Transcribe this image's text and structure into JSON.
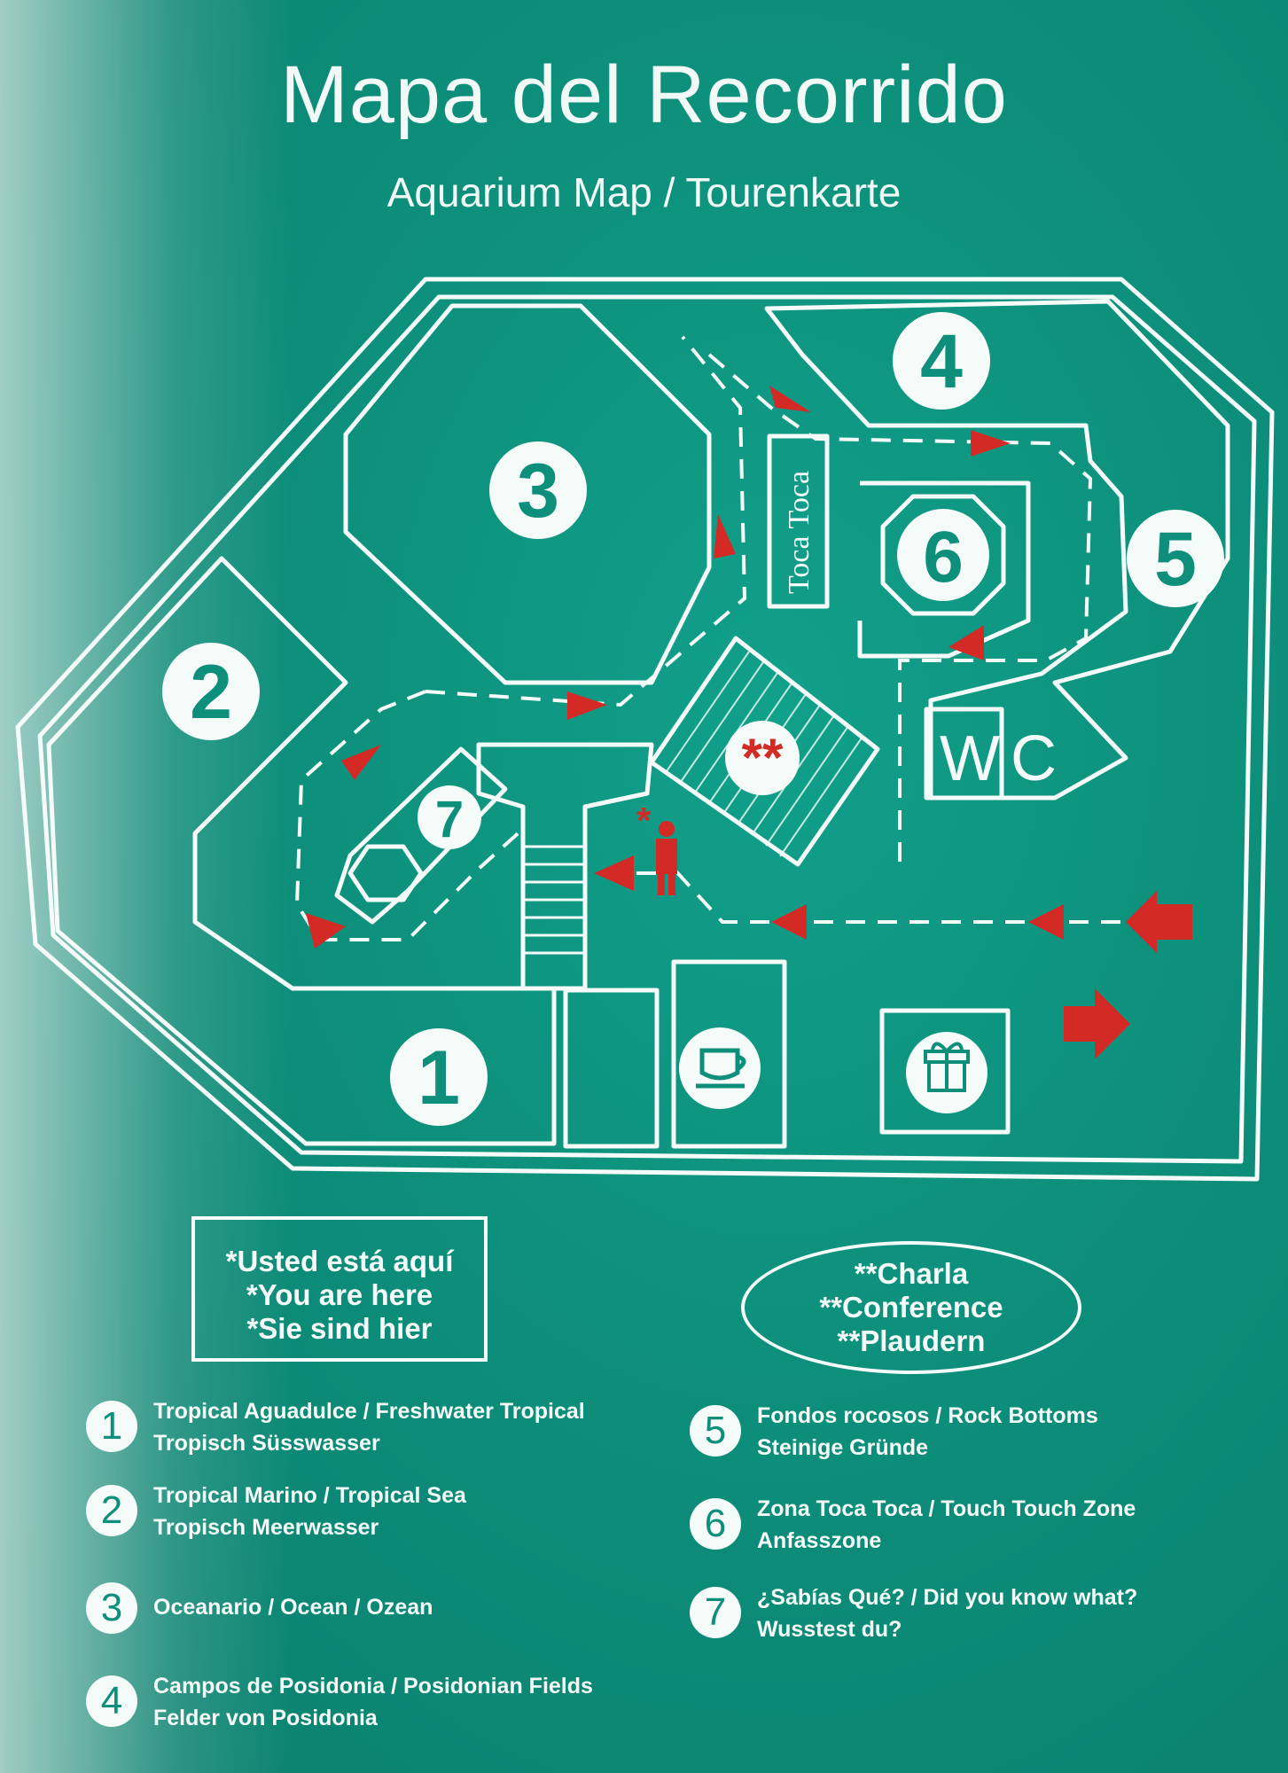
{
  "header": {
    "title": "Mapa del Recorrido",
    "subtitle": "Aquarium Map / Tourenkarte"
  },
  "map": {
    "zone_numbers": [
      "1",
      "2",
      "3",
      "4",
      "5",
      "6",
      "7"
    ],
    "toca_label": "Toca Toca",
    "wc_letters": [
      "W",
      "C"
    ],
    "conference_marker": "**",
    "you_marker": "*",
    "icons": [
      "cafe-icon",
      "gift-icon",
      "person-icon",
      "arrow-icon"
    ],
    "colors": {
      "background": "#0d8f7b",
      "line": "#f4fbf8",
      "arrow": "#d42a25"
    }
  },
  "notes": {
    "you_are_here": [
      "*Usted está aquí",
      "*You are here",
      "*Sie sind hier"
    ],
    "conference": [
      "**Charla",
      "**Conference",
      "**Plaudern"
    ]
  },
  "legend": [
    {
      "num": "1",
      "line1": "Tropical Aguadulce / Freshwater Tropical",
      "line2": "Tropisch Süsswasser"
    },
    {
      "num": "2",
      "line1": "Tropical Marino / Tropical Sea",
      "line2": "Tropisch Meerwasser"
    },
    {
      "num": "3",
      "line1": "Oceanario / Ocean / Ozean",
      "line2": ""
    },
    {
      "num": "4",
      "line1": "Campos de Posidonia / Posidonian Fields",
      "line2": "Felder von Posidonia"
    },
    {
      "num": "5",
      "line1": "Fondos rocosos / Rock Bottoms",
      "line2": "Steinige Gründe"
    },
    {
      "num": "6",
      "line1": "Zona Toca Toca / Touch Touch Zone",
      "line2": "Anfasszone"
    },
    {
      "num": "7",
      "line1": "¿Sabías Qué? / Did you know what?",
      "line2": "Wusstest du?"
    }
  ]
}
